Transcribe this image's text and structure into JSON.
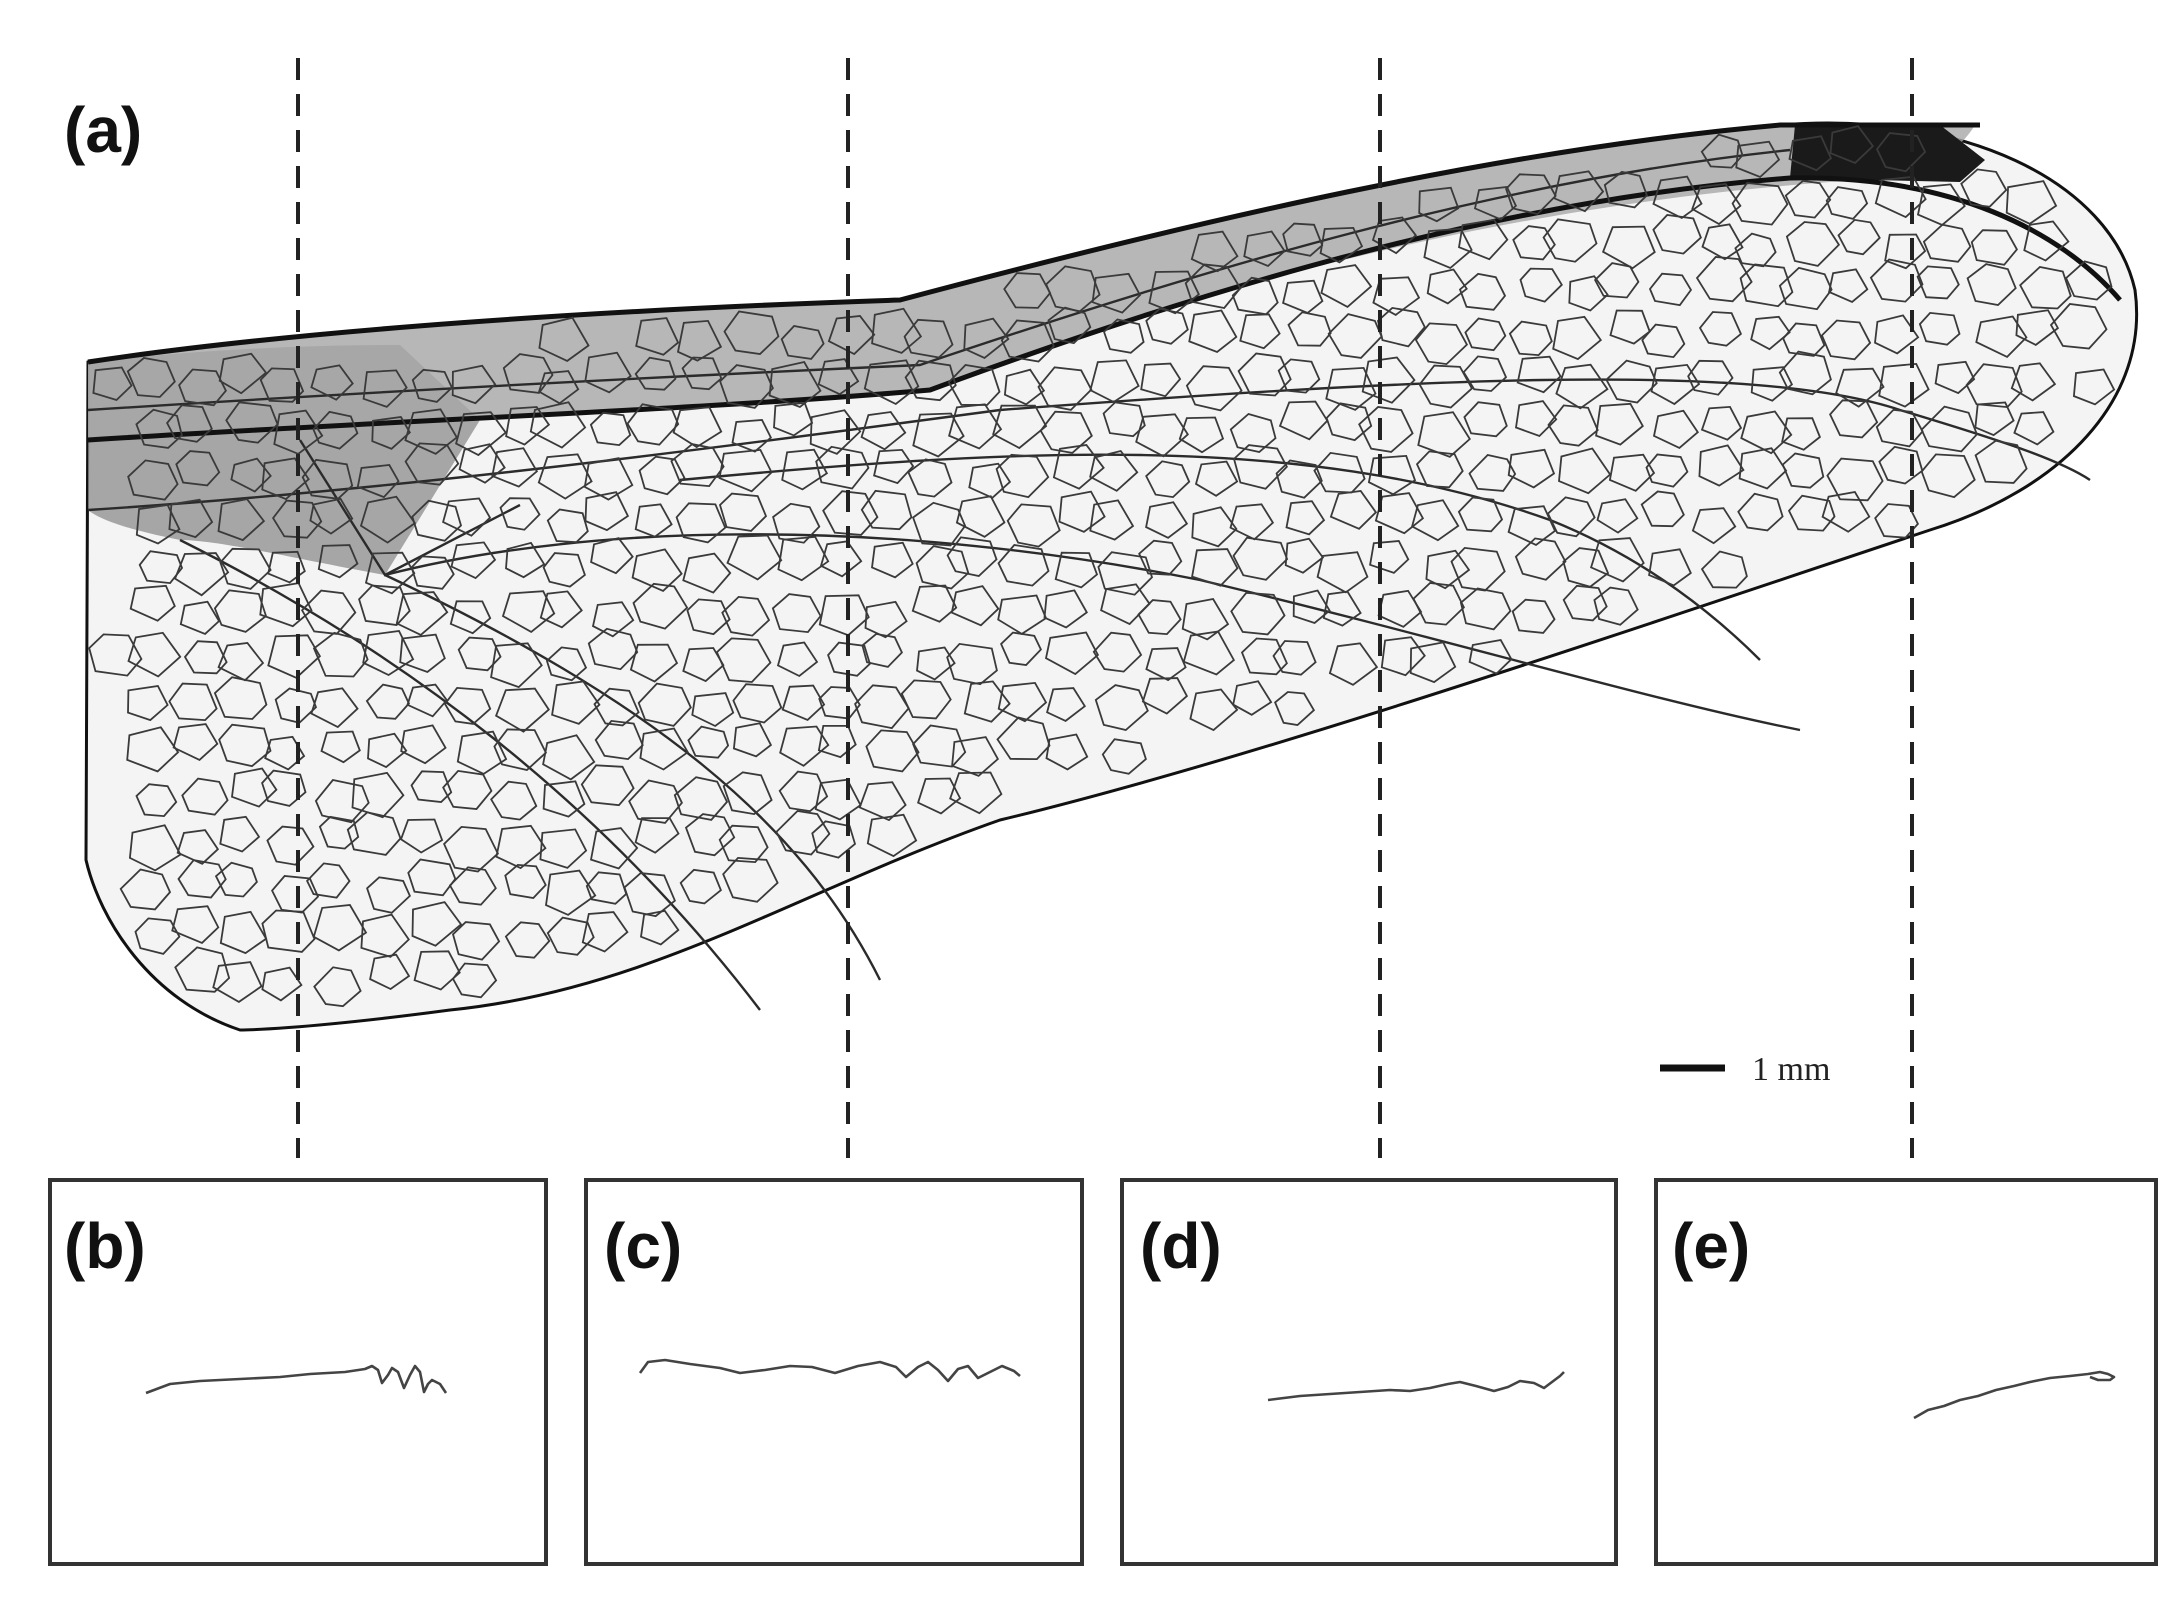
{
  "figure": {
    "label_a": "(a)",
    "label_b": "(b)",
    "label_c": "(c)",
    "label_d": "(d)",
    "label_e": "(e)",
    "scale_bar_label": "1 mm"
  },
  "colors": {
    "ink": "#111111",
    "membrane": "#f4f4f4",
    "basal_shading": "#8c8c8c",
    "costal_shading": "#a8a8a8",
    "pterostigma": "#1a1a1a"
  }
}
